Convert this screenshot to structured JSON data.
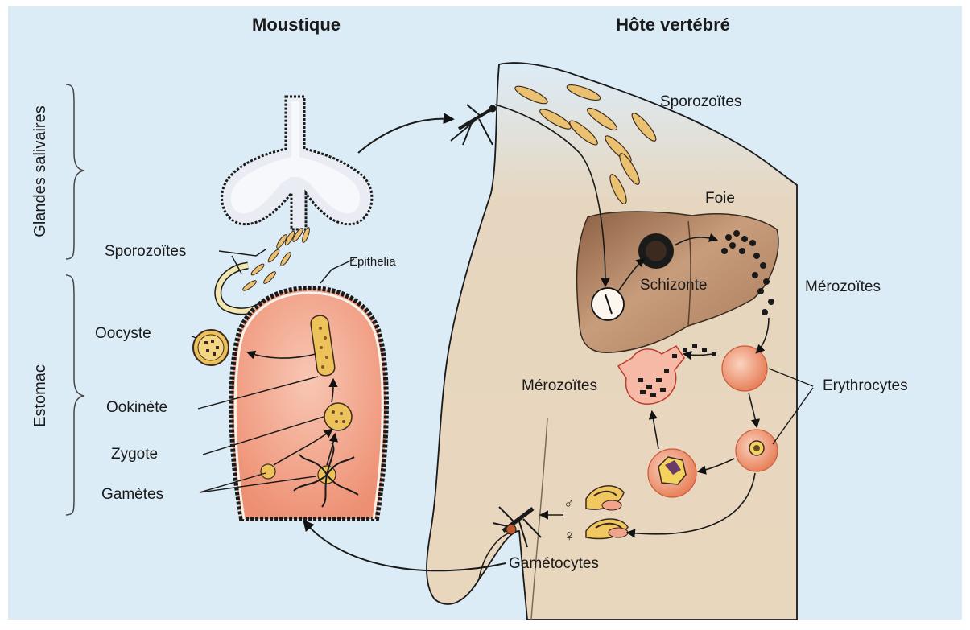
{
  "headers": {
    "mosquito": "Moustique",
    "host": "Hôte vertébré"
  },
  "mosquito_side": {
    "section_salivary": "Glandes salivaires",
    "section_stomach": "Estomac",
    "sporozoites": "Sporozoïtes",
    "epithelia": "Epithelia",
    "oocyst": "Oocyste",
    "ookinete": "Ookinète",
    "zygote": "Zygote",
    "gametes": "Gamètes"
  },
  "host_side": {
    "sporozoites": "Sporozoïtes",
    "liver": "Foie",
    "schizont": "Schizonte",
    "merozoites_liver": "Mérozoïtes",
    "merozoites_blood": "Mérozoïtes",
    "erythrocytes": "Erythrocytes",
    "gametocytes": "Gamétocytes",
    "male_symbol": "♂",
    "female_symbol": "♀"
  },
  "colors": {
    "background": "#dcecf7",
    "skin": "#e9d7bd",
    "liver": "#b48767",
    "stomach": "#f2a389",
    "erythrocyte": "#f0906a",
    "parasite": "#e8c25a"
  }
}
